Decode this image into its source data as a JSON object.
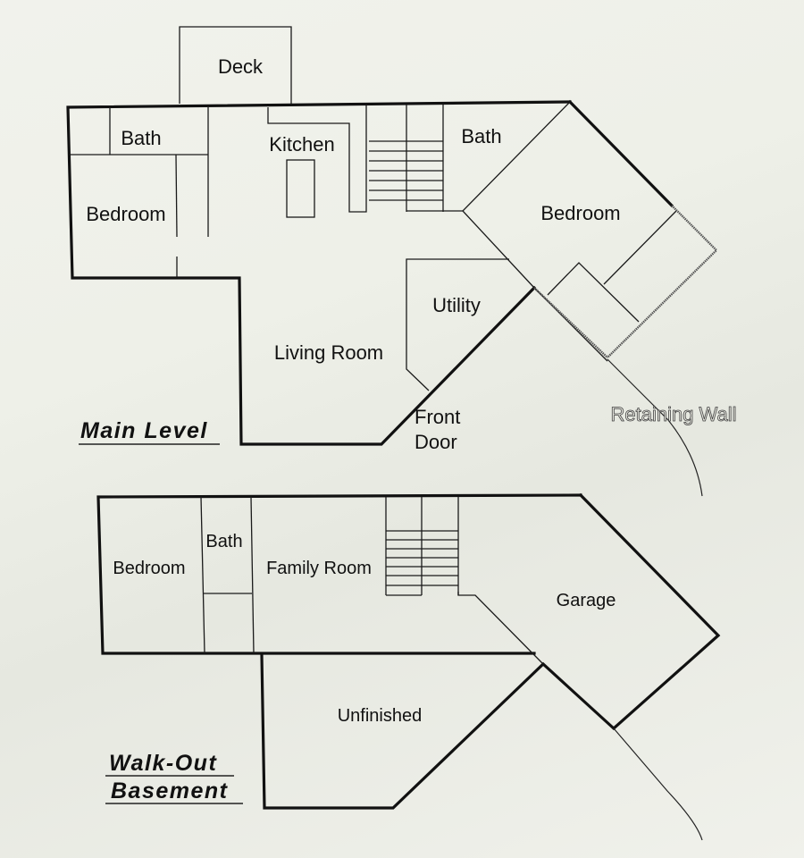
{
  "main_level": {
    "title": "Main Level",
    "rooms": {
      "deck": "Deck",
      "bath_left": "Bath",
      "bedroom_left": "Bedroom",
      "kitchen": "Kitchen",
      "bath_right": "Bath",
      "bedroom_right": "Bedroom",
      "utility": "Utility",
      "living_room": "Living Room",
      "front_door_line1": "Front",
      "front_door_line2": "Door"
    },
    "annotations": {
      "retaining_wall": "Retaining Wall"
    }
  },
  "walkout_basement": {
    "title_line1": "Walk-Out",
    "title_line2": "Basement",
    "rooms": {
      "bedroom": "Bedroom",
      "bath": "Bath",
      "family_room": "Family Room",
      "garage": "Garage",
      "unfinished": "Unfinished"
    }
  },
  "colors": {
    "paper": "#eff0ea",
    "ink": "#111111"
  }
}
